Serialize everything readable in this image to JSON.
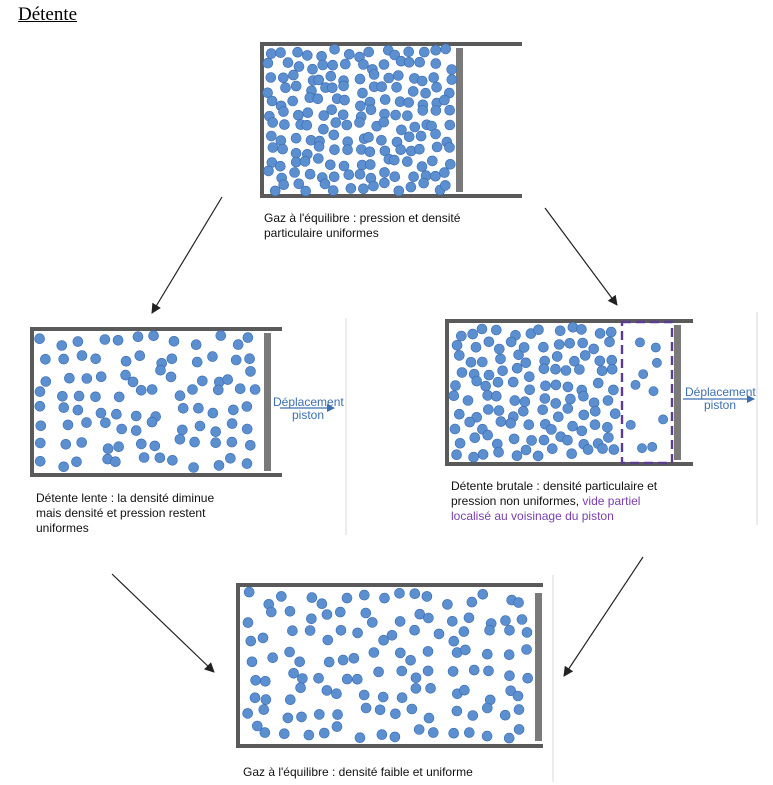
{
  "title": "Détente",
  "states": {
    "initial": {
      "caption": "Gaz à l'équilibre : pression et densité particulaire uniformes"
    },
    "slow": {
      "caption": "Détente lente : la densité diminue mais densité et pression restent uniformes",
      "motion_label": "Déplacement piston"
    },
    "sudden": {
      "caption_main": "Détente brutale : densité particulaire et pression non uniformes,",
      "caption_highlight": "vide partiel localisé au voisinage du piston",
      "motion_label": "Déplacement piston"
    },
    "final": {
      "caption": "Gaz à l'équilibre : densité faible et uniforme"
    }
  },
  "colors": {
    "particle": "#5b8fd0",
    "particle_edge": "#3a6bb0",
    "wall": "#5a5a5a",
    "piston": "#7a7a7a",
    "void_zone": "#5a3d8c",
    "arrow": "#222222",
    "motion_arrow": "#3d6fb0"
  }
}
